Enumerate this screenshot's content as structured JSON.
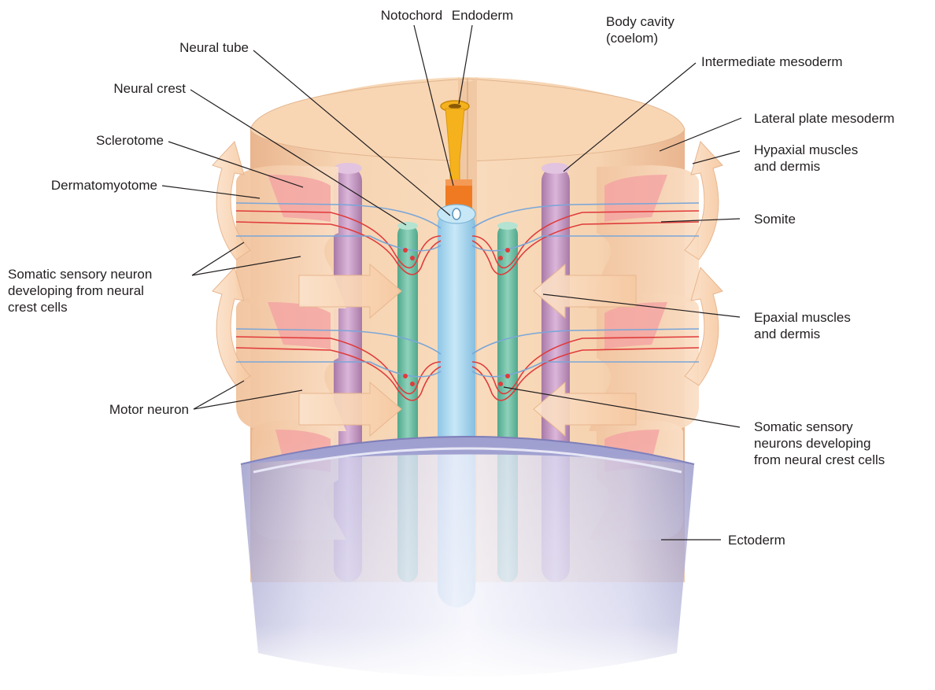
{
  "labels": {
    "notochord": "Notochord",
    "endoderm": "Endoderm",
    "body_cavity": "Body cavity\n(coelom)",
    "neural_tube": "Neural tube",
    "intermediate_mesoderm": "Intermediate mesoderm",
    "neural_crest": "Neural crest",
    "lateral_plate_mesoderm": "Lateral plate mesoderm",
    "sclerotome": "Sclerotome",
    "hypaxial_muscles": "Hypaxial muscles\nand dermis",
    "dermatomyotome": "Dermatomyotome",
    "somite": "Somite",
    "somatic_sensory_neuron": "Somatic sensory neuron\ndeveloping from neural\ncrest cells",
    "epaxial_muscles": "Epaxial muscles\nand dermis",
    "motor_neuron": "Motor neuron",
    "somatic_sensory_neurons": "Somatic sensory\nneurons developing\nfrom neural crest cells",
    "ectoderm": "Ectoderm"
  },
  "colors": {
    "mesoderm_tissue": "#f3cba6",
    "mesoderm_top": "#f8d9b8",
    "sclerotome": "#f4a3a3",
    "neural_tube": "#a9d8ef",
    "notochord": "#f07a22",
    "endoderm": "#f5b21c",
    "intermediate_mesoderm": "#c79ac4",
    "neural_crest": "#6fbfa6",
    "ectoderm": "#b9b9dd",
    "motor_neuron": "#e03b3b",
    "sensory_neuron": "#7aa6d8",
    "leader_line": "#231f20"
  }
}
